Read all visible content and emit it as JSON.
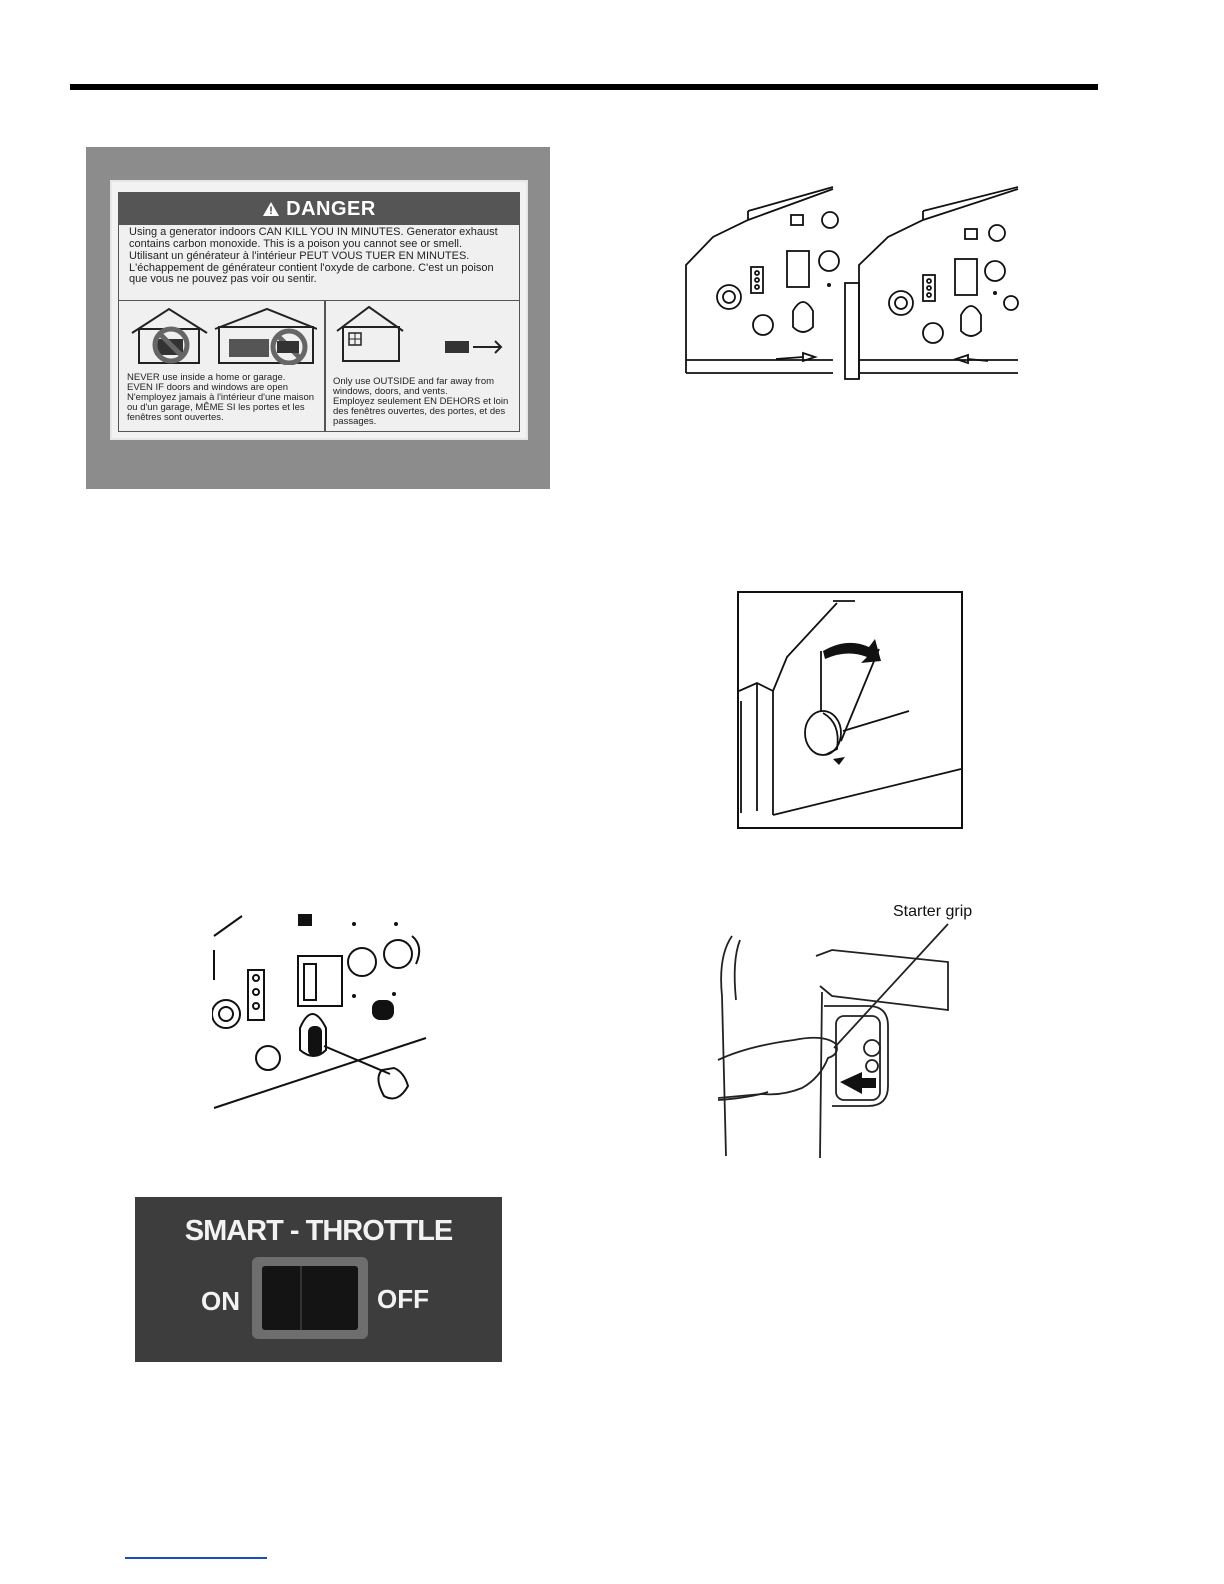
{
  "danger_label": {
    "header": "DANGER",
    "warning_en": "Using a generator indoors CAN KILL YOU IN MINUTES.  Generator exhaust contains carbon monoxide. This is a poison you cannot see or smell.",
    "warning_fr": "Utilisant un générateur à l'intérieur PEUT VOUS TUER EN MINUTES. L'échappement de générateur contient l'oxyde de carbone. C'est un poison que vous ne pouvez pas voir ou sentir.",
    "left_panel": {
      "en_line1": "NEVER use inside a home or garage.",
      "en_line2": "EVEN IF doors and windows are open",
      "fr": "N'employez jamais à l'intérieur d'une maison ou d'un garage, MÊME SI les portes et les fenêtres sont ouvertes."
    },
    "right_panel": {
      "en": "Only use OUTSIDE and far away from windows, doors, and vents.",
      "fr": "Employez seulement EN DEHORS et loin des fenêtres ouvertes, des portes, et des passages."
    }
  },
  "starter_figure": {
    "label": "Starter grip"
  },
  "smart_throttle": {
    "title": "SMART - THROTTLE",
    "on_label": "ON",
    "off_label": "OFF"
  }
}
